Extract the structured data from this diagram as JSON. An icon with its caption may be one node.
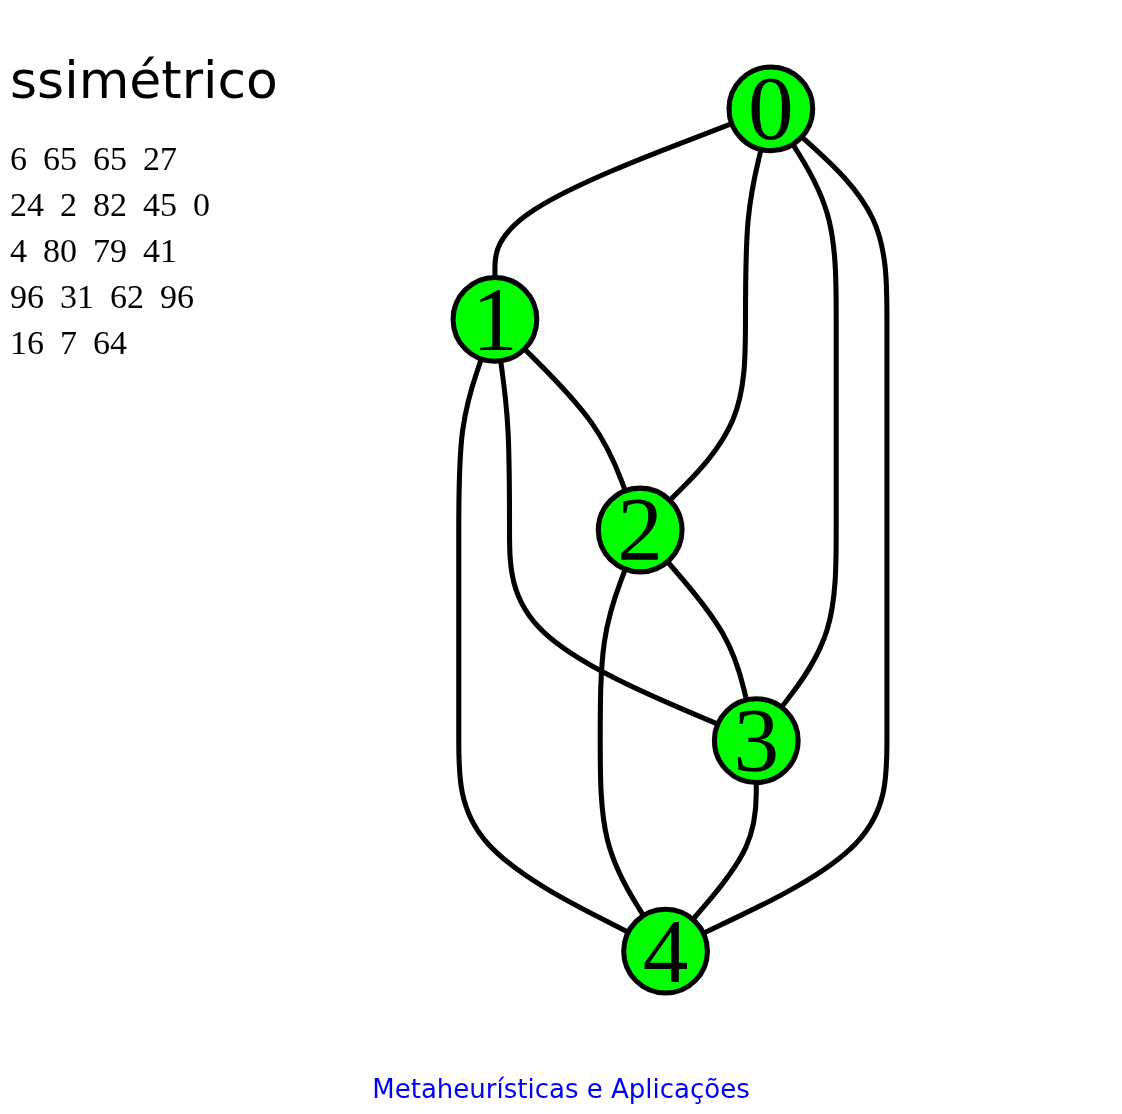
{
  "diagram": {
    "title": "ssimétrico",
    "caption": "Metaheurísticas e Aplicações",
    "nodes": [
      {
        "text": [
          "0"
        ]
      },
      {
        "text": [
          "1"
        ]
      },
      {
        "text": [
          "2"
        ]
      },
      {
        "text": [
          "3"
        ]
      },
      {
        "text": [
          "4"
        ]
      }
    ],
    "edges": [
      {
        "from": 0,
        "to": 1,
        "arrow": "none"
      },
      {
        "from": 0,
        "to": 2,
        "arrow": "none"
      },
      {
        "from": 0,
        "to": 3,
        "arrow": "none"
      },
      {
        "from": 0,
        "to": 4,
        "arrow": "none"
      },
      {
        "from": 1,
        "to": 4,
        "arrow": "none"
      },
      {
        "from": 1,
        "to": 3,
        "arrow": "none"
      },
      {
        "from": 1,
        "to": 2,
        "arrow": "none"
      },
      {
        "from": 2,
        "to": 4,
        "arrow": "none"
      },
      {
        "from": 2,
        "to": 3,
        "arrow": "none"
      },
      {
        "from": 3,
        "to": 4,
        "arrow": "none"
      }
    ],
    "labels": [
      "6",
      "65",
      "65",
      "27",
      "24",
      "2",
      "82",
      "45",
      "0",
      "4",
      "80",
      "79",
      "41",
      "96",
      "31",
      "62",
      "96",
      "16",
      "7",
      "64"
    ]
  }
}
